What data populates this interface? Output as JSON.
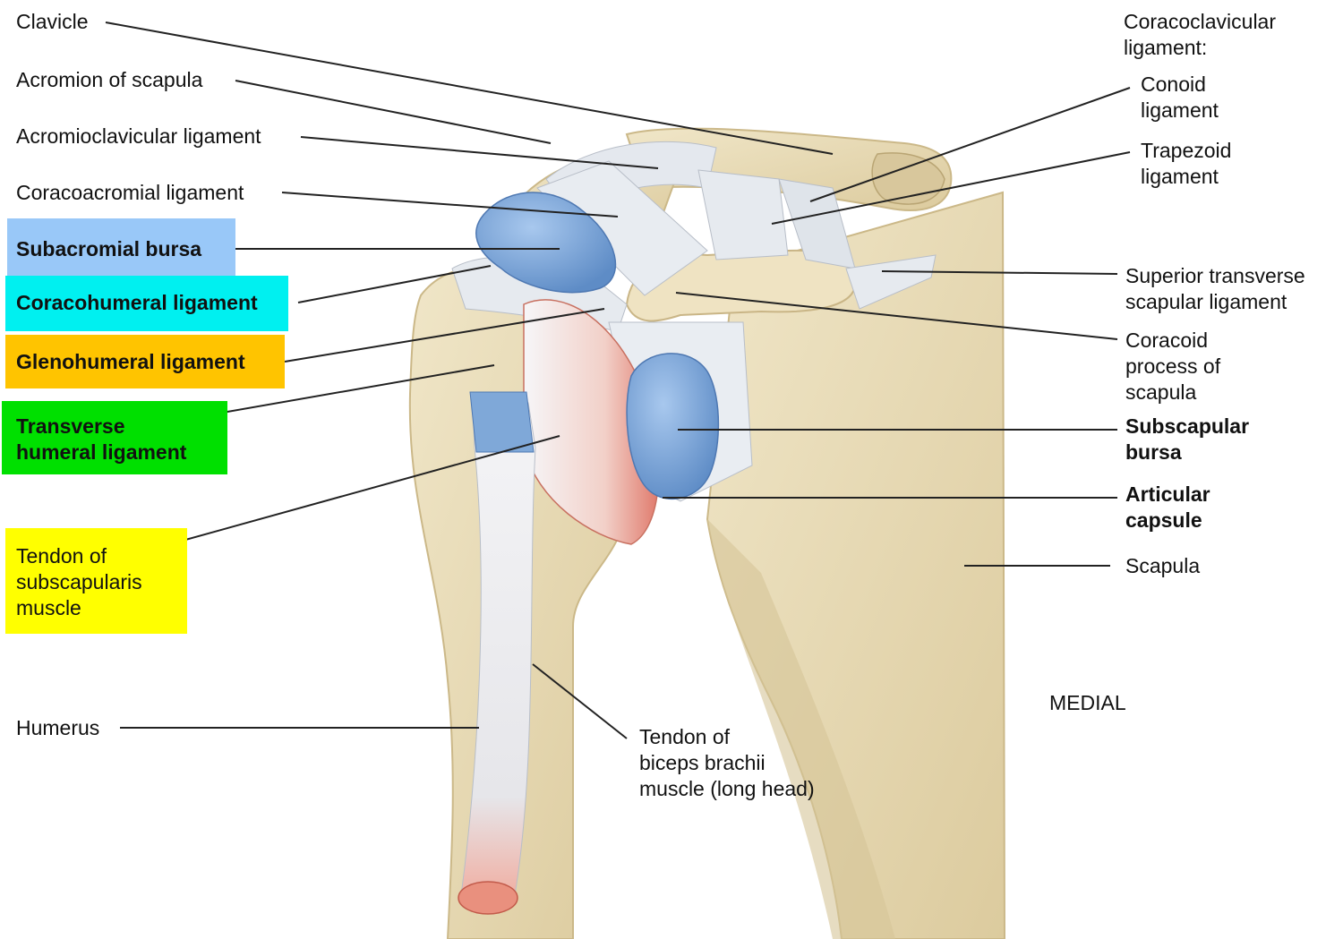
{
  "labels": {
    "clavicle": "Clavicle",
    "acromion": "Acromion of scapula",
    "acromioclavicular": "Acromioclavicular ligament",
    "coracoacromial": "Coracoacromial ligament",
    "subacromial_bursa": "Subacromial bursa",
    "coracohumeral": "Coracohumeral ligament",
    "glenohumeral": "Glenohumeral ligament",
    "transverse_humeral": [
      "Transverse",
      "humeral ligament"
    ],
    "subscapularis_tendon": [
      "Tendon of",
      "subscapularis",
      "muscle"
    ],
    "humerus": "Humerus",
    "biceps_tendon": [
      "Tendon of",
      "biceps brachii",
      "muscle (long head)"
    ],
    "coracoclavicular": [
      "Coracoclavicular",
      "ligament:"
    ],
    "conoid": [
      "Conoid",
      "ligament"
    ],
    "trapezoid": [
      "Trapezoid",
      "ligament"
    ],
    "superior_transverse": [
      "Superior transverse",
      "scapular ligament"
    ],
    "coracoid": [
      "Coracoid",
      "process of",
      "scapula"
    ],
    "subscapular_bursa": [
      "Subscapular",
      "bursa"
    ],
    "articular_capsule": [
      "Articular",
      "capsule"
    ],
    "scapula": "Scapula",
    "medial": "MEDIAL"
  },
  "highlight_colors": {
    "subacromial_bursa": "#99c8f8",
    "coracohumeral": "#00f0f0",
    "glenohumeral": "#ffc400",
    "transverse_humeral": "#00e000",
    "subscapularis_tendon": "#ffff00"
  },
  "colors": {
    "bone": "#e8dcb8",
    "ligament": "#e4e8ee",
    "bursa": "#7fa8d8",
    "muscle": "#e8988c",
    "leader": "#222222"
  }
}
